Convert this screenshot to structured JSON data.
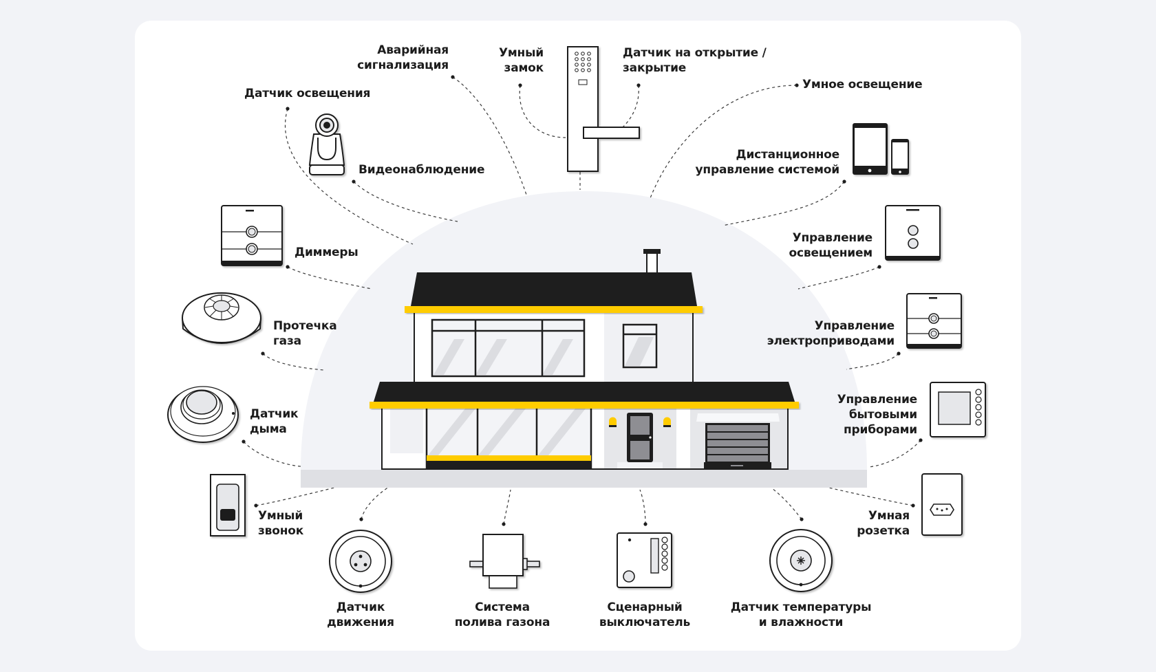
{
  "diagram": {
    "title": "Умный дом",
    "center": "house",
    "colors": {
      "accent": "#ffcc00",
      "ink": "#1e1e1e",
      "dome": "#f2f3f7",
      "ground": "#dfe0e4",
      "card": "#ffffff",
      "background": "#f2f3f7"
    },
    "labels": {
      "alarm": "Аварийная\nсигнализация",
      "smart_lock": "Умный\nзамок",
      "door_sensor": "Датчик на открытие /\nзакрытие",
      "smart_lighting": "Умное освещение",
      "light_sensor": "Датчик освещения",
      "cctv": "Видеонаблюдение",
      "remote_control": "Дистанционное\nуправление системой",
      "dimmers": "Диммеры",
      "lighting_control": "Управление\nосвещением",
      "gas_leak": "Протечка\nгаза",
      "actuator_control": "Управление\nэлектроприводами",
      "smoke_sensor": "Датчик\nдыма",
      "appliance_control": "Управление\nбытовыми\nприборами",
      "smart_doorbell": "Умный\nзвонок",
      "smart_socket": "Умная\nрозетка",
      "motion_sensor": "Датчик\nдвижения",
      "lawn_irrigation": "Система\nполива газона",
      "scene_switch": "Сценарный\nвыключатель",
      "temp_humidity_sensor": "Датчик температуры\nи влажности"
    },
    "icons": {
      "alarm": "alarm-icon",
      "smart_lock": "door-lock-icon",
      "cctv": "camera-icon",
      "remote_control": "tablet-phone-icon",
      "dimmers": "dimmer-panel-icon",
      "lighting_control": "light-switch-icon",
      "gas_leak": "gas-detector-icon",
      "actuator_control": "actuator-panel-icon",
      "smoke_sensor": "smoke-detector-icon",
      "appliance_control": "control-panel-icon",
      "smart_doorbell": "doorbell-icon",
      "smart_socket": "socket-icon",
      "motion_sensor": "motion-sensor-icon",
      "lawn_irrigation": "valve-icon",
      "scene_switch": "scene-switch-icon",
      "temp_humidity_sensor": "thermostat-icon"
    }
  }
}
